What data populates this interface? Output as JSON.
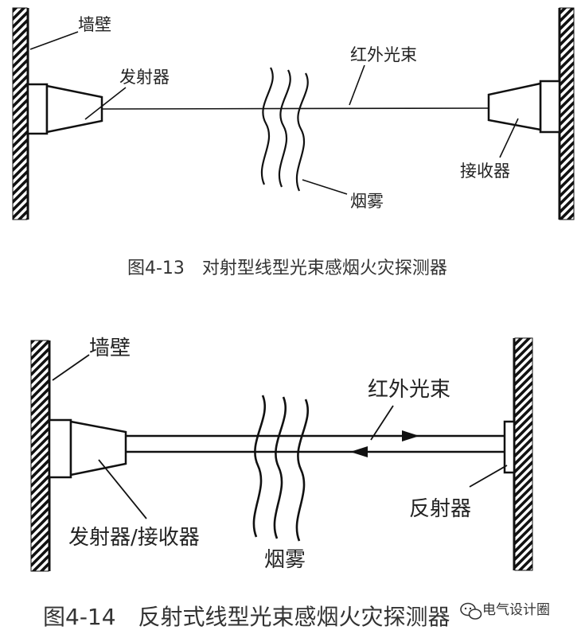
{
  "figure_top": {
    "labels": {
      "wall": "墙壁",
      "emitter": "发射器",
      "beam": "红外光束",
      "receiver": "接收器",
      "smoke": "烟雾"
    },
    "caption": "图4-13　对射型线型光束感烟火灾探测器"
  },
  "figure_bottom": {
    "labels": {
      "wall": "墙壁",
      "beam": "红外光束",
      "emitter_receiver": "发射器/接收器",
      "reflector": "反射器",
      "smoke": "烟雾"
    },
    "caption": "图4-14　反射式线型光束感烟火灾探测器"
  },
  "watermark": {
    "text": "电气设计圈",
    "icon": "wechat-icon"
  },
  "colors": {
    "ink": "#1a1a1a",
    "caption": "#333333"
  }
}
